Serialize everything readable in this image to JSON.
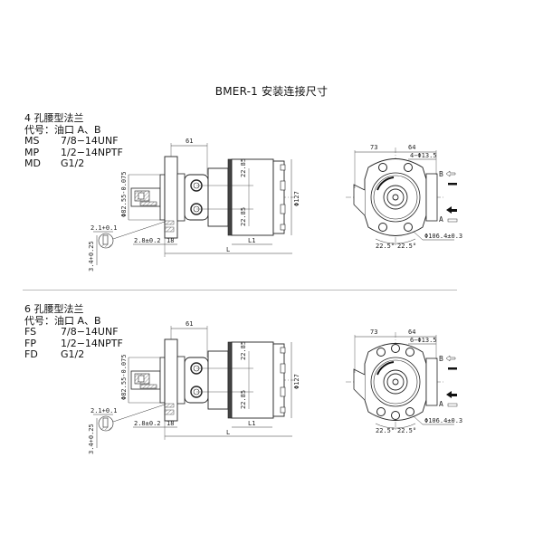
{
  "title": "BMER-1 安装连接尺寸",
  "sections": [
    {
      "heading": "4 孔腰型法兰",
      "port_label": "代号：油口 A、B",
      "variants": [
        {
          "code": "MS",
          "thread": "7/8−14UNF"
        },
        {
          "code": "MP",
          "thread": "1/2−14NPTF"
        },
        {
          "code": "MD",
          "thread": "G1/2"
        }
      ],
      "side_view": {
        "dim_flange_to_port": "61",
        "dim_port_upper": "22.85",
        "dim_port_lower": "22.85",
        "dim_body_dia": "Φ127",
        "dim_pilot_dia": "Φ82.55-0.075",
        "dim_L1": "L1",
        "dim_L": "L",
        "dim_pilot_len": "2.8±0.2",
        "dim_flange_thk": "18",
        "detail_width": "2.1+0.1",
        "detail_depth": "3.4+0.25"
      },
      "front_view": {
        "dim_left": "73",
        "dim_right": "64",
        "bolt_holes": "4−Φ13.5",
        "bolt_circle": "Φ106.4±0.3",
        "angle_left": "22.5°",
        "angle_right": "22.5°",
        "port_b": "B",
        "port_a": "A",
        "hole_count": 4
      }
    },
    {
      "heading": "6 孔腰型法兰",
      "port_label": "代号：油口 A、B",
      "variants": [
        {
          "code": "FS",
          "thread": "7/8−14UNF"
        },
        {
          "code": "FP",
          "thread": "1/2−14NPTF"
        },
        {
          "code": "FD",
          "thread": "G1/2"
        }
      ],
      "side_view": {
        "dim_flange_to_port": "61",
        "dim_port_upper": "22.85",
        "dim_port_lower": "22.85",
        "dim_body_dia": "Φ127",
        "dim_pilot_dia": "Φ82.55-0.075",
        "dim_L1": "L1",
        "dim_L": "L",
        "dim_pilot_len": "2.8±0.2",
        "dim_flange_thk": "18",
        "detail_width": "2.1+0.1",
        "detail_depth": "3.4+0.25"
      },
      "front_view": {
        "dim_left": "73",
        "dim_right": "64",
        "bolt_holes": "6−Φ13.5",
        "bolt_circle": "Φ106.4±0.3",
        "angle_left": "22.5°",
        "angle_right": "22.5°",
        "port_b": "B",
        "port_a": "A",
        "hole_count": 6
      }
    }
  ]
}
